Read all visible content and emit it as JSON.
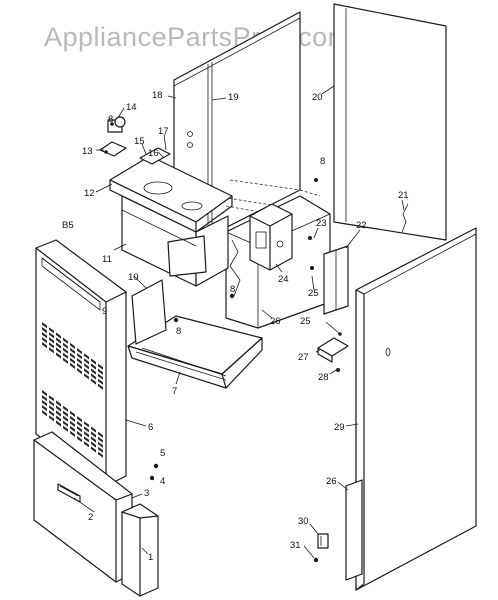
{
  "watermark": "AppliancePartsPros.com",
  "figure_tag": "B5",
  "callouts": [
    {
      "id": "c1",
      "text": "1"
    },
    {
      "id": "c2",
      "text": "2"
    },
    {
      "id": "c3",
      "text": "3"
    },
    {
      "id": "c4",
      "text": "4"
    },
    {
      "id": "c5",
      "text": "5"
    },
    {
      "id": "c6",
      "text": "6"
    },
    {
      "id": "c7",
      "text": "7"
    },
    {
      "id": "c8a",
      "text": "8"
    },
    {
      "id": "c8b",
      "text": "8"
    },
    {
      "id": "c8c",
      "text": "8"
    },
    {
      "id": "c8d",
      "text": "8"
    },
    {
      "id": "c9",
      "text": "9"
    },
    {
      "id": "c10",
      "text": "10"
    },
    {
      "id": "c11",
      "text": "11"
    },
    {
      "id": "c12",
      "text": "12"
    },
    {
      "id": "c13",
      "text": "13"
    },
    {
      "id": "c14",
      "text": "14"
    },
    {
      "id": "c15",
      "text": "15"
    },
    {
      "id": "c16",
      "text": "16"
    },
    {
      "id": "c17",
      "text": "17"
    },
    {
      "id": "c18",
      "text": "18"
    },
    {
      "id": "c19",
      "text": "19"
    },
    {
      "id": "c20",
      "text": "20"
    },
    {
      "id": "c21",
      "text": "21"
    },
    {
      "id": "c22",
      "text": "22"
    },
    {
      "id": "c23",
      "text": "23"
    },
    {
      "id": "c24",
      "text": "24"
    },
    {
      "id": "c25a",
      "text": "25"
    },
    {
      "id": "c25b",
      "text": "25"
    },
    {
      "id": "c26a",
      "text": "26"
    },
    {
      "id": "c26b",
      "text": "26"
    },
    {
      "id": "c27",
      "text": "27"
    },
    {
      "id": "c28",
      "text": "28"
    },
    {
      "id": "c29",
      "text": "29"
    },
    {
      "id": "c30",
      "text": "30"
    },
    {
      "id": "c31",
      "text": "31"
    }
  ]
}
